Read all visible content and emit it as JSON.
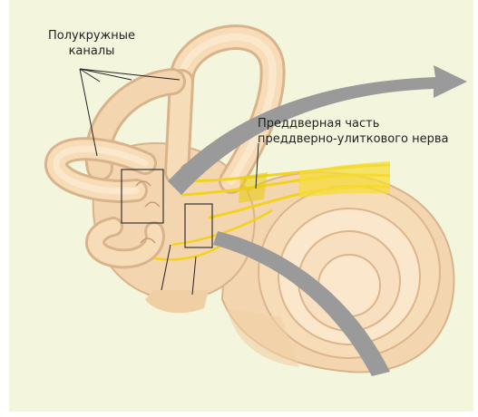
{
  "labels": {
    "semicircular_canals": [
      "Полукружные",
      "каналы"
    ],
    "vestibular_nerve": [
      "Преддверная часть",
      "преддверно-улиткового нерва"
    ]
  },
  "colors": {
    "background": "#f3f6dd",
    "bone": "#f3d6b0",
    "bone_light": "#fbe8cc",
    "bone_edge": "#d9b38a",
    "nerve": "#f2d21e",
    "arrow": "#9a9a9a"
  }
}
